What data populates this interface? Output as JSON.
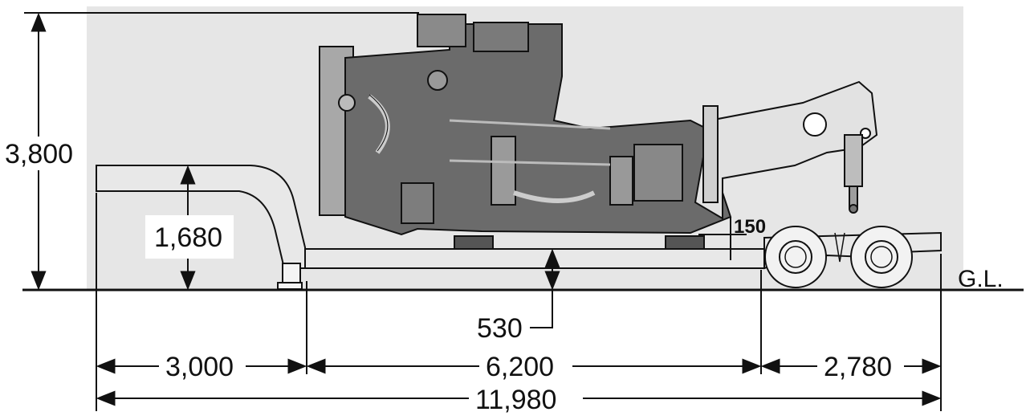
{
  "diagram": {
    "dimensions": {
      "total_height": "3,800",
      "deck_height": "1,680",
      "block_height": "150",
      "ground_clearance": "530",
      "gooseneck_length": "3,000",
      "deck_length": "6,200",
      "rear_axle_length": "2,780",
      "overall_length": "11,980"
    },
    "ground_label": "G.L.",
    "colors": {
      "envelope": "#e6e6e6",
      "trailer_fill": "#e8e8e8",
      "line": "#111111",
      "machine": "#4a4a4a"
    }
  }
}
